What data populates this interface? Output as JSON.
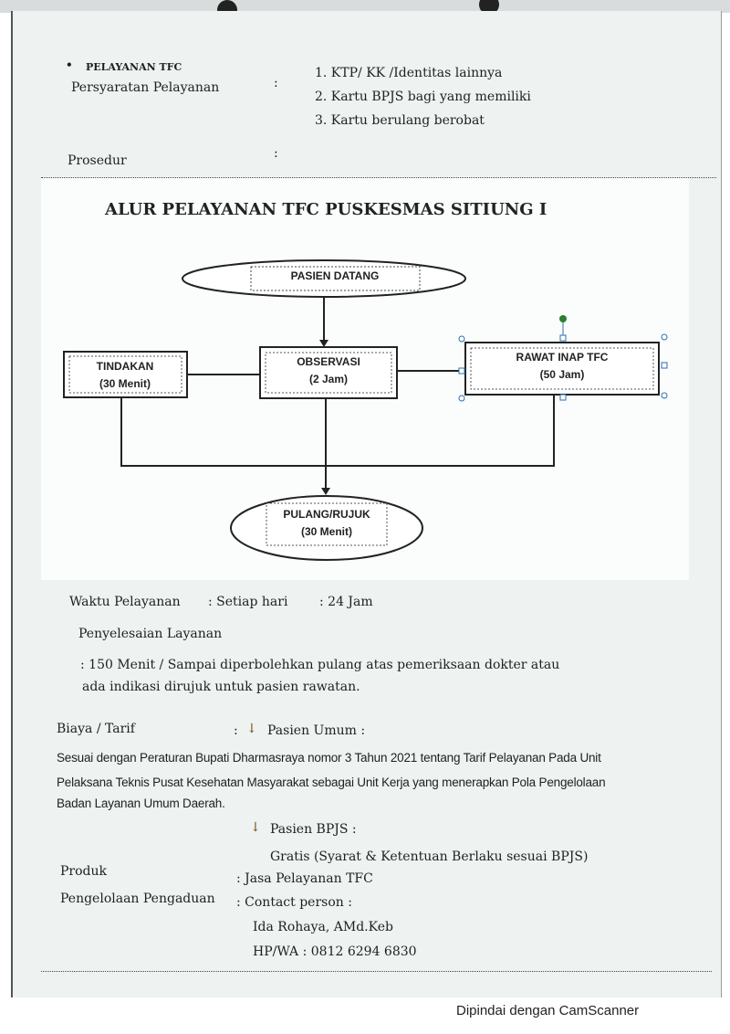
{
  "section_title": "PELAYANAN TFC",
  "requirements": {
    "label": "Persyaratan Pelayanan",
    "colon": ":",
    "items": [
      "1. KTP/ KK /Identitas lainnya",
      "2. Kartu BPJS bagi yang memiliki",
      "3. Kartu berulang berobat"
    ]
  },
  "procedure": {
    "label": "Prosedur",
    "colon": ":"
  },
  "flowchart": {
    "title": "ALUR PELAYANAN TFC PUSKESMAS SITIUNG I",
    "start": "PASIEN DATANG",
    "tindakan": {
      "title": "TINDAKAN",
      "duration": "(30 Menit)"
    },
    "observasi": {
      "title": "OBSERVASI",
      "duration": "(2 Jam)"
    },
    "rawat_inap": {
      "title": "RAWAT INAP TFC",
      "duration": "(50 Jam)"
    },
    "end": {
      "title": "PULANG/RUJUK",
      "duration": "(30 Menit)"
    }
  },
  "service_time": {
    "label": "Waktu Pelayanan",
    "value": ": Setiap hari",
    "hours": ": 24 Jam"
  },
  "completion": {
    "label": "Penyelesaian Layanan",
    "line1": ": 150 Menit / Sampai diperbolehkan pulang atas pemeriksaan dokter atau",
    "line2": "ada indikasi dirujuk untuk pasien rawatan."
  },
  "fees": {
    "label": "Biaya / Tarif",
    "colon": ":",
    "general_patient": "Pasien Umum :",
    "regulation_lines": [
      "Sesuai dengan Peraturan Bupati Dharmasraya nomor 3 Tahun 2021 tentang Tarif Pelayanan Pada Unit",
      "Pelaksana Teknis Pusat Kesehatan Masyarakat sebagai Unit Kerja yang menerapkan Pola Pengelolaan",
      "Badan Layanan Umum Daerah."
    ],
    "bpjs_patient": "Pasien BPJS :",
    "bpjs_note": "Gratis (Syarat & Ketentuan Berlaku sesuai BPJS)"
  },
  "product": {
    "label": "Produk",
    "value": ": Jasa Pelayanan TFC"
  },
  "complaints": {
    "label": "Pengelolaan Pengaduan",
    "value": ": Contact person :",
    "name": "Ida Rohaya, AMd.Keb",
    "phone": "HP/WA : 0812 6294 6830"
  },
  "footer": "Dipindai dengan CamScanner"
}
